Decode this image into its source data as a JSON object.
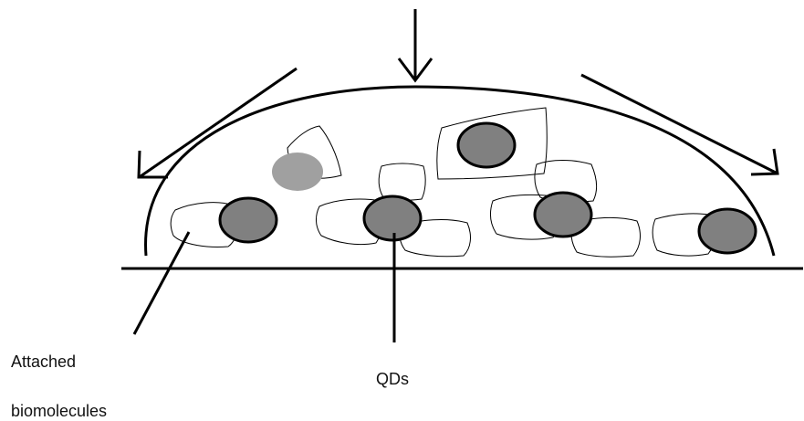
{
  "labels": {
    "attached": "Attached",
    "biomolecules": "biomolecules",
    "qds": "QDs"
  },
  "colors": {
    "stroke": "#000000",
    "qd_fill": "#808080",
    "qd_light_fill": "#a0a0a0",
    "background": "#ffffff"
  }
}
